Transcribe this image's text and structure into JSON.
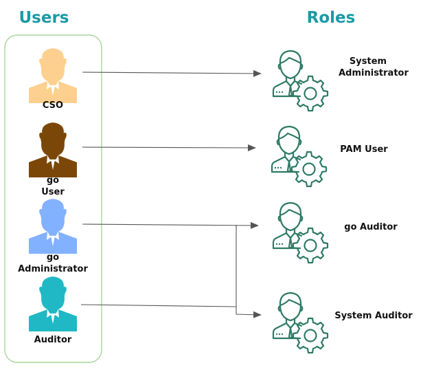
{
  "headings": {
    "users": "Users",
    "roles": "Roles",
    "color": "#1a9aa6"
  },
  "users": [
    {
      "line1": "",
      "line2": "CSO",
      "icon": "person-silhouette-icon",
      "color": "#fdd08f"
    },
    {
      "line1": "go",
      "line2": "User",
      "icon": "person-silhouette-icon",
      "color": "#7b4708"
    },
    {
      "line1": "go",
      "line2": "Administrator",
      "icon": "person-silhouette-icon",
      "color": "#82b1ff"
    },
    {
      "line1": "",
      "line2": "Auditor",
      "icon": "person-silhouette-icon",
      "color": "#1fb8c4"
    }
  ],
  "roles": [
    {
      "line1": "System",
      "line2": "Administrator",
      "icon": "user-gear-icon"
    },
    {
      "line1": "",
      "line2": "PAM User",
      "icon": "user-gear-icon"
    },
    {
      "line1": "",
      "line2": "go Auditor",
      "icon": "user-gear-icon"
    },
    {
      "line1": "",
      "line2": "System Auditor",
      "icon": "user-gear-icon"
    }
  ],
  "colors": {
    "group_border": "#a9d49a",
    "role_icon": "#2c7a64",
    "connector": "#555555"
  },
  "mappings": [
    {
      "from": "CSO",
      "to": "System Administrator"
    },
    {
      "from": "go User",
      "to": "PAM User"
    },
    {
      "from": "go Administrator",
      "to": "go Auditor"
    },
    {
      "from": "go Administrator",
      "to": "System Auditor"
    },
    {
      "from": "Auditor",
      "to": "System Auditor"
    }
  ]
}
